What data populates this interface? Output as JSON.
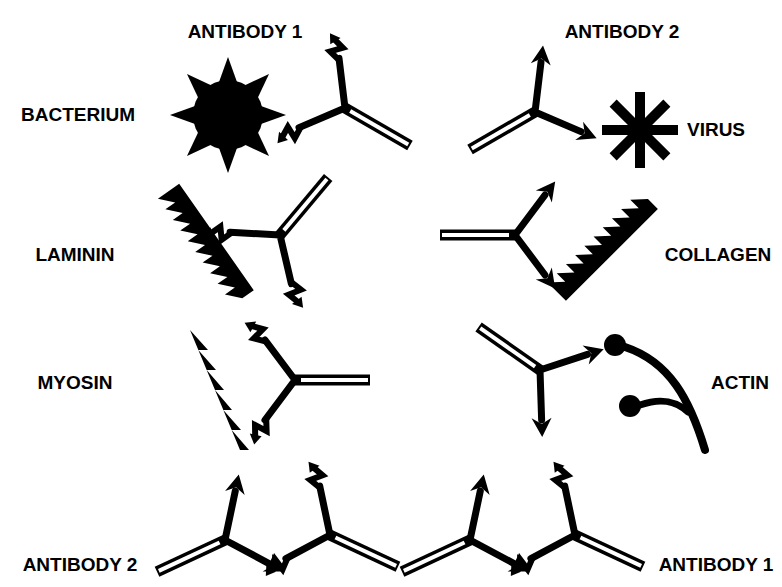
{
  "diagram": {
    "labels": [
      "ANTIBODY 1",
      "ANTIBODY 2",
      "BACTERIUM",
      "VIRUS",
      "LAMININ",
      "COLLAGEN",
      "MYOSIN",
      "ACTIN",
      "ANTIBODY 2",
      "ANTIBODY 1"
    ]
  }
}
